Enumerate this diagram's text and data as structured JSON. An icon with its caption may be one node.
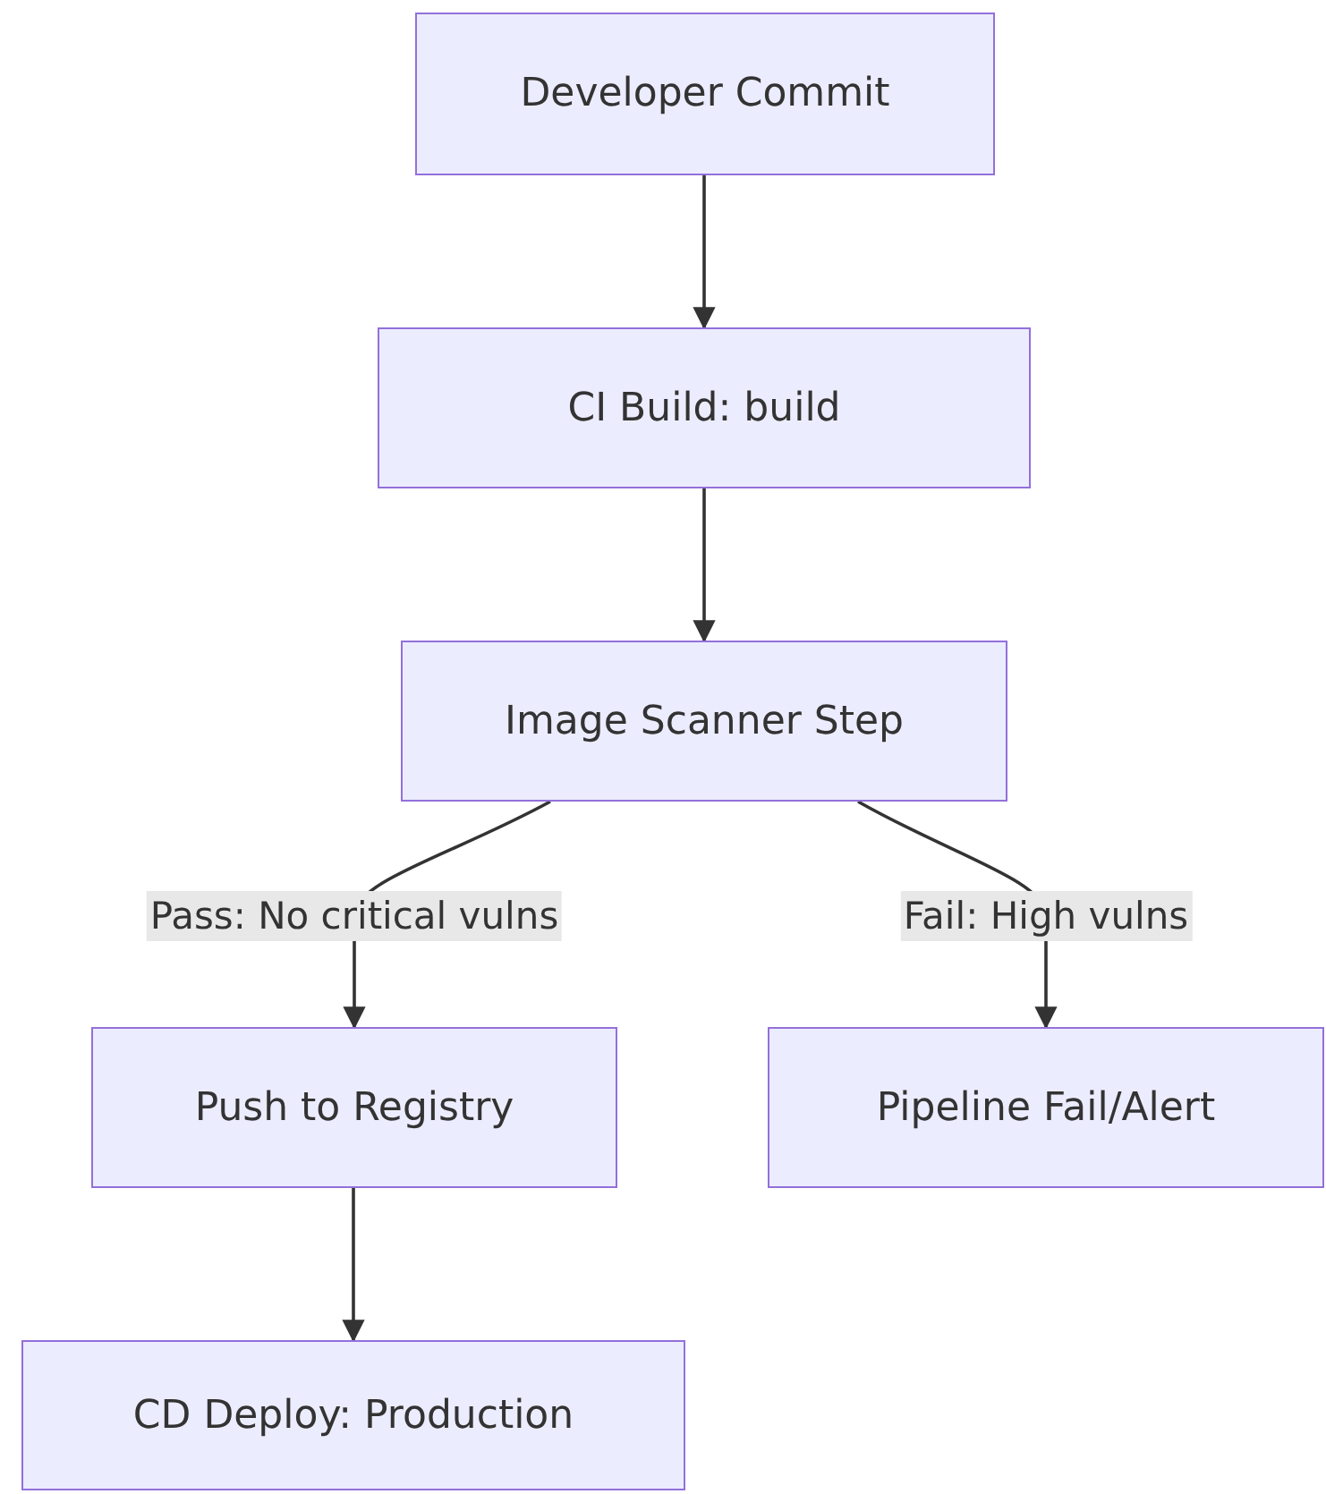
{
  "diagram": {
    "nodes": [
      {
        "text": [
          "Developer Commit"
        ]
      },
      {
        "text": [
          "CI Build: build"
        ]
      },
      {
        "text": [
          "Image Scanner Step"
        ]
      },
      {
        "text": [
          "Push to Registry"
        ]
      },
      {
        "text": [
          "Pipeline Fail/Alert"
        ]
      },
      {
        "text": [
          "CD Deploy: Production"
        ]
      }
    ],
    "edges": [
      {
        "from": 0,
        "to": 1,
        "arrow": "to"
      },
      {
        "from": 1,
        "to": 2,
        "arrow": "to"
      },
      {
        "from": 2,
        "to": 3,
        "arrow": "to",
        "label": "Pass: No critical vulns"
      },
      {
        "from": 2,
        "to": 4,
        "arrow": "to",
        "label": "Fail: High vulns"
      },
      {
        "from": 3,
        "to": 5,
        "arrow": "to"
      }
    ]
  }
}
